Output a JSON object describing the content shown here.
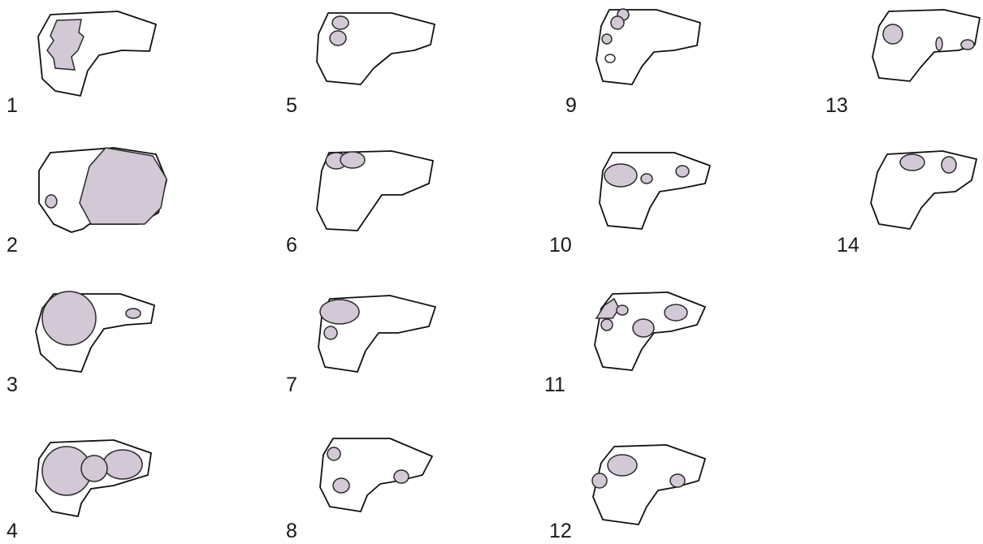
{
  "colors": {
    "outline": "#111111",
    "lesion_fill": "#d3c8d6",
    "background": "#ffffff"
  },
  "figure": {
    "panels": [
      {
        "label": "1"
      },
      {
        "label": "2"
      },
      {
        "label": "3"
      },
      {
        "label": "4"
      },
      {
        "label": "5"
      },
      {
        "label": "6"
      },
      {
        "label": "7"
      },
      {
        "label": "8"
      },
      {
        "label": "9"
      },
      {
        "label": "10"
      },
      {
        "label": "11"
      },
      {
        "label": "12"
      },
      {
        "label": "13"
      },
      {
        "label": "14"
      }
    ]
  }
}
